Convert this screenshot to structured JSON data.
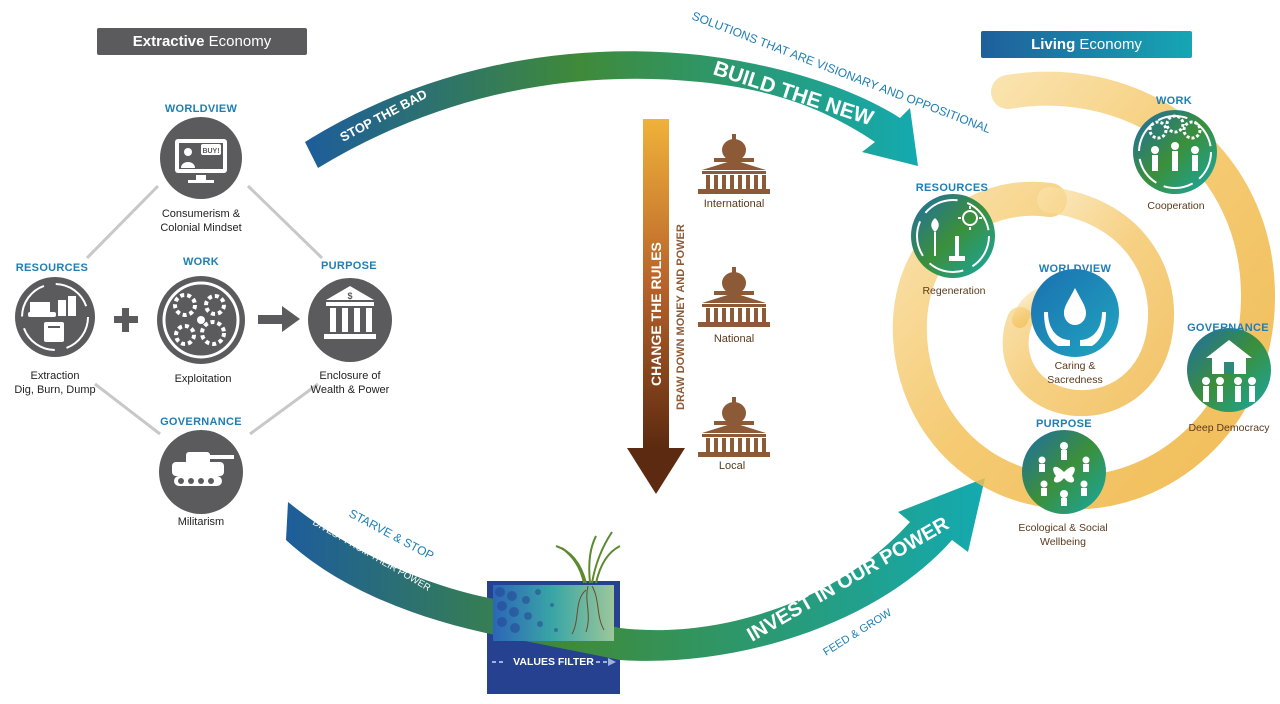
{
  "extractive_title": {
    "bold": "Extractive",
    "rest": "Economy"
  },
  "living_title": {
    "bold": "Living",
    "rest": "Economy"
  },
  "extractive": {
    "worldview": {
      "label": "WORLDVIEW",
      "cap1": "Consumerism &",
      "cap2": "Colonial Mindset",
      "screen_text": "BUY!"
    },
    "resources": {
      "label": "RESOURCES",
      "cap1": "Extraction",
      "cap2": "Dig, Burn, Dump"
    },
    "work": {
      "label": "WORK",
      "cap1": "Exploitation"
    },
    "purpose": {
      "label": "PURPOSE",
      "cap1": "Enclosure of",
      "cap2": "Wealth & Power"
    },
    "governance": {
      "label": "GOVERNANCE",
      "cap1": "Militarism"
    }
  },
  "arrows": {
    "stop_the_bad": "STOP THE BAD",
    "build_the_new": "BUILD THE NEW",
    "solutions": "SOLUTIONS THAT ARE VISIONARY AND OPPOSITIONAL",
    "change_rules": "CHANGE THE RULES",
    "draw_down": "DRAW DOWN MONEY AND POWER",
    "starve_stop": "STARVE & STOP",
    "divest": "DIVEST FROM THEIR POWER",
    "invest": "INVEST IN OUR POWER",
    "feed_grow": "FEED & GROW"
  },
  "levels": {
    "international": "International",
    "national": "National",
    "local": "Local"
  },
  "values_filter": "VALUES FILTER",
  "living": {
    "work": {
      "label": "WORK",
      "cap1": "Cooperation"
    },
    "resources": {
      "label": "RESOURCES",
      "cap1": "Regeneration"
    },
    "worldview": {
      "label": "WORLDVIEW",
      "cap1": "Caring &",
      "cap2": "Sacredness"
    },
    "governance": {
      "label": "GOVERNANCE",
      "cap1": "Deep Democracy"
    },
    "purpose": {
      "label": "PURPOSE",
      "cap1": "Ecological & Social",
      "cap2": "Wellbeing"
    }
  },
  "colors": {
    "extractive_gray": "#5b5b5d",
    "arrow_blue": "#1f5f9c",
    "arrow_green": "#3f8a3a",
    "arrow_teal": "#17a8a7",
    "spiral_gold": "#f2c25a",
    "brown": "#8c5a37",
    "filter_blue": "#26418f",
    "label_blue": "#1d7fb5"
  }
}
